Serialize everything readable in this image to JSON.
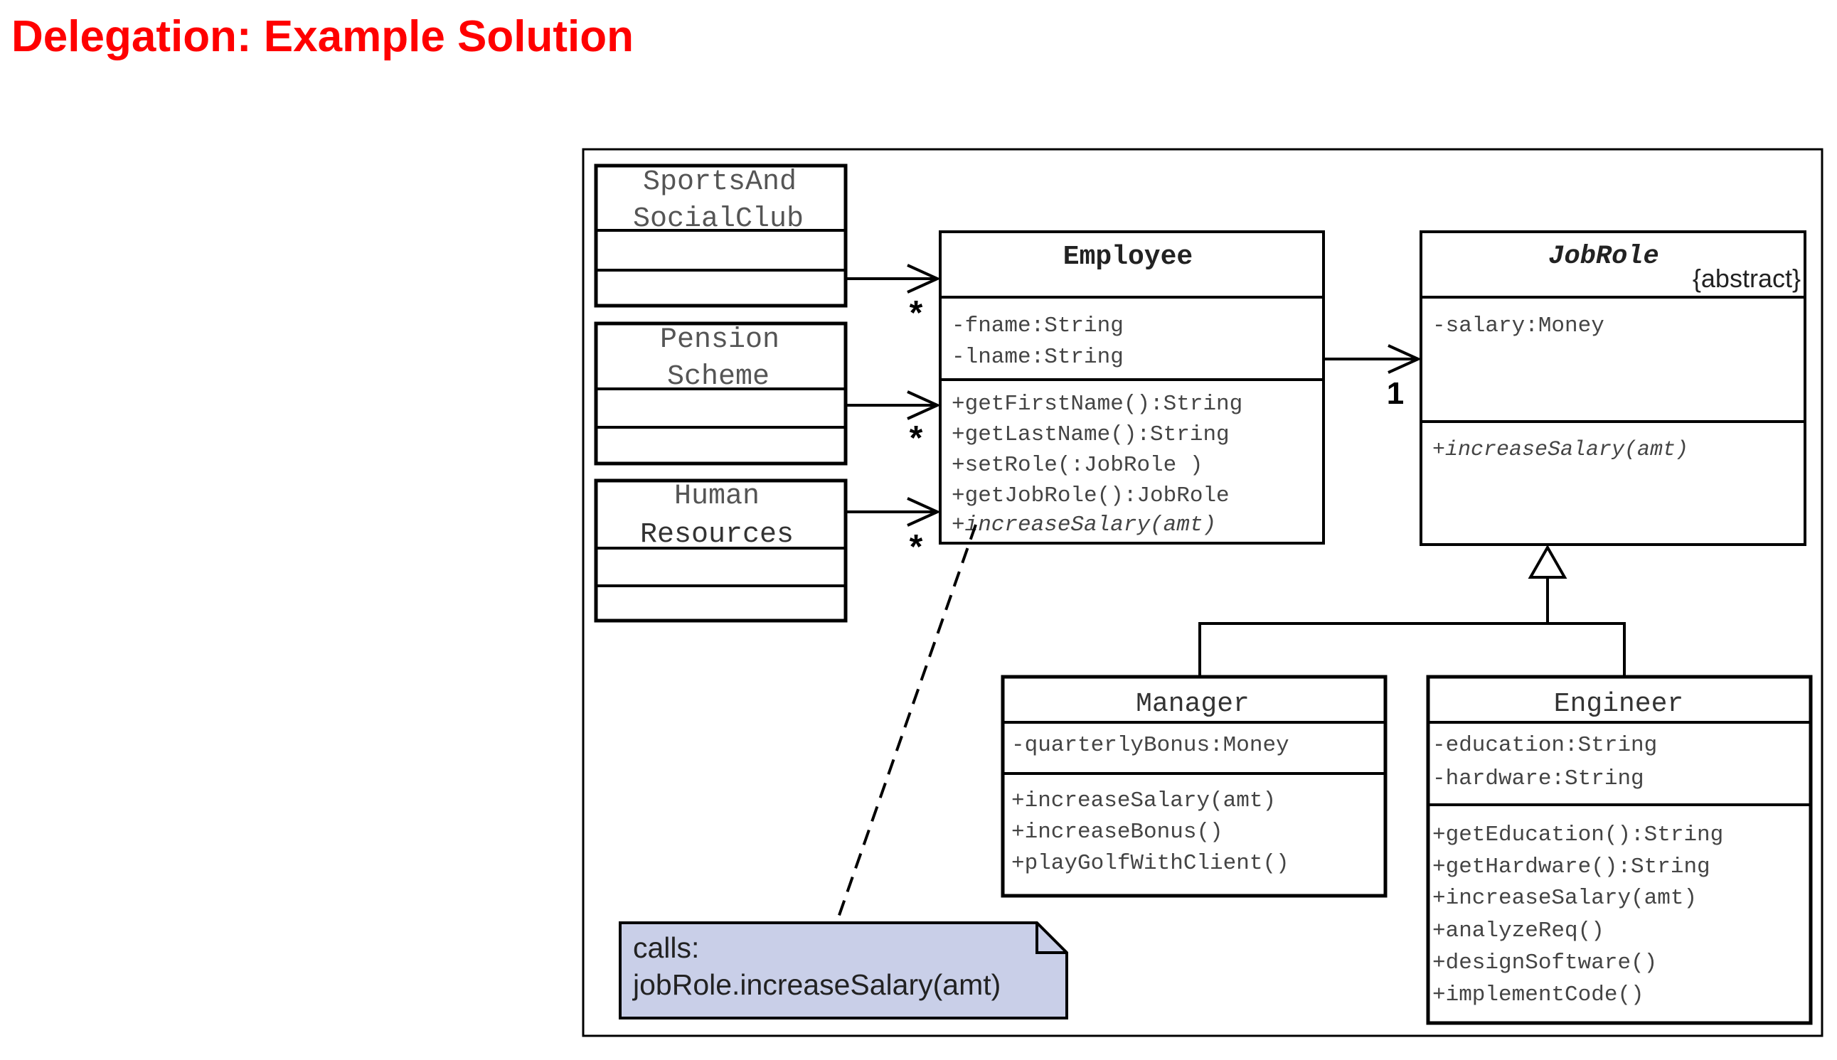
{
  "title": "Delegation: Example Solution",
  "colors": {
    "title": "#ff0000",
    "note_fill": "#c9cfe8",
    "line": "#000000",
    "faded_text": "#555555"
  },
  "classes": {
    "sports": {
      "name_lines": [
        "SportsAnd",
        "SocialClub"
      ],
      "attributes": [],
      "operations": []
    },
    "pension": {
      "name_lines": [
        "Pension",
        "Scheme"
      ],
      "attributes": [],
      "operations": []
    },
    "hr": {
      "name_lines": [
        "Human",
        "Resources"
      ],
      "attributes": [],
      "operations": []
    },
    "employee": {
      "name": "Employee",
      "attributes": [
        "-fname:String",
        "-lname:String"
      ],
      "operations": [
        "+getFirstName():String",
        "+getLastName():String",
        "+setRole(:JobRole )",
        "+getJobRole():JobRole",
        "+increaseSalary(amt)"
      ]
    },
    "jobrole": {
      "name": "JobRole",
      "stereotype": "{abstract}",
      "attributes": [
        "-salary:Money"
      ],
      "operations": [
        "+increaseSalary(amt)"
      ]
    },
    "manager": {
      "name": "Manager",
      "attributes": [
        "-quarterlyBonus:Money"
      ],
      "operations": [
        "+increaseSalary(amt)",
        "+increaseBonus()",
        "+playGolfWithClient()"
      ]
    },
    "engineer": {
      "name": "Engineer",
      "attributes": [
        "-education:String",
        "-hardware:String"
      ],
      "operations": [
        "+getEducation():String",
        "+getHardware():String",
        "+increaseSalary(amt)",
        "+analyzeReq()",
        "+designSoftware()",
        "+implementCode()"
      ]
    }
  },
  "multiplicities": {
    "sports": "*",
    "pension": "*",
    "hr": "*",
    "jobrole": "1"
  },
  "note": {
    "lines": [
      "calls:",
      "jobRole.increaseSalary(amt)"
    ]
  }
}
